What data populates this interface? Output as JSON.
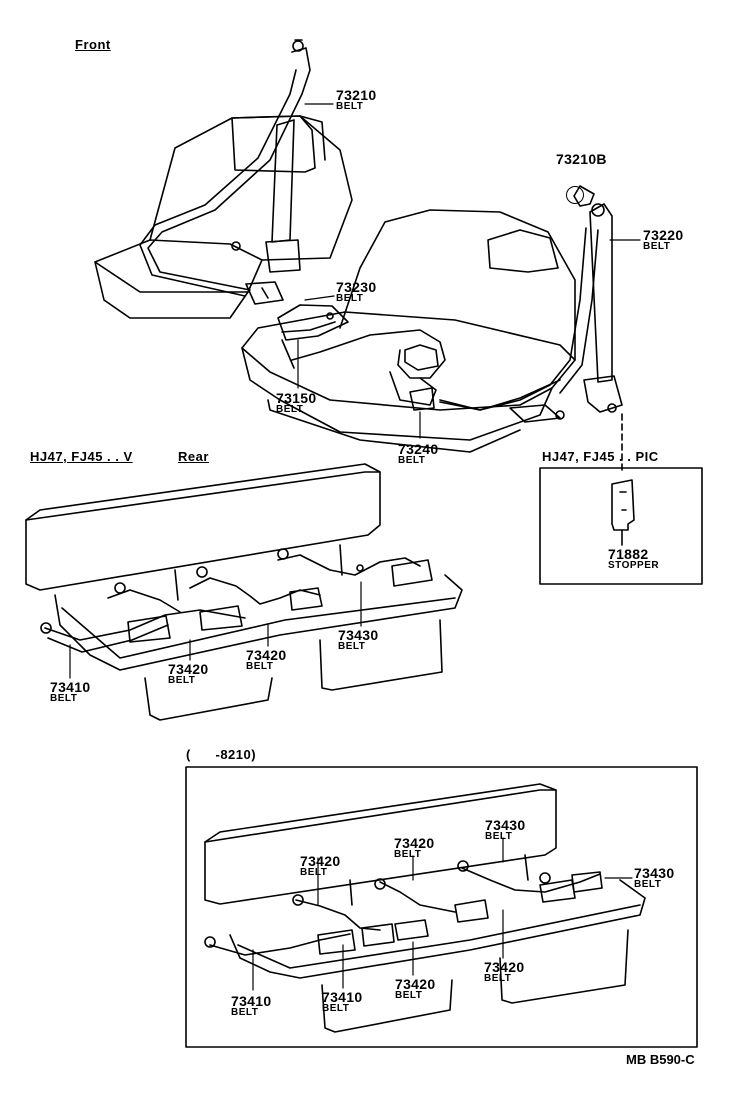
{
  "sections": {
    "front": "Front",
    "models_v": "HJ47, FJ45 . . V",
    "rear": "Rear",
    "models_pic": "HJ47, FJ45 . . PIC",
    "inset_range": "(      -8210)",
    "figure_code": "MB B590-C"
  },
  "parts": [
    {
      "number": "73210",
      "name": "BELT"
    },
    {
      "number": "73210B",
      "name": ""
    },
    {
      "number": "73220",
      "name": "BELT"
    },
    {
      "number": "73230",
      "name": "BELT"
    },
    {
      "number": "73150",
      "name": "BELT"
    },
    {
      "number": "73240",
      "name": "BELT"
    },
    {
      "number": "71882",
      "name": "STOPPER"
    },
    {
      "number": "73430",
      "name": "BELT"
    },
    {
      "number": "73420",
      "name": "BELT"
    },
    {
      "number": "73420",
      "name": "BELT"
    },
    {
      "number": "73410",
      "name": "BELT"
    },
    {
      "number": "73420",
      "name": "BELT"
    },
    {
      "number": "73420",
      "name": "BELT"
    },
    {
      "number": "73430",
      "name": "BELT"
    },
    {
      "number": "73430",
      "name": "BELT"
    },
    {
      "number": "73410",
      "name": "BELT"
    },
    {
      "number": "73410",
      "name": "BELT"
    },
    {
      "number": "73420",
      "name": "BELT"
    },
    {
      "number": "73420",
      "name": "BELT"
    }
  ]
}
